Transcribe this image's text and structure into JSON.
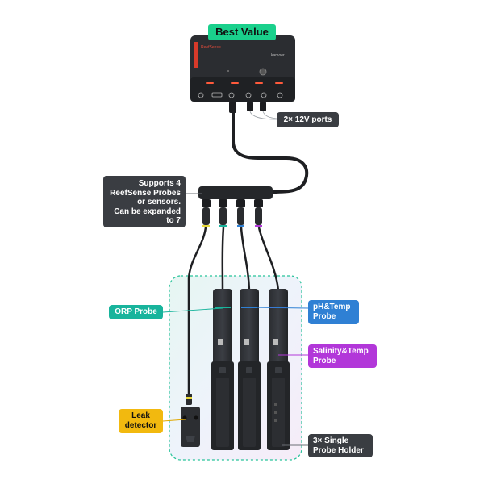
{
  "labels": {
    "best_value": "Best Value",
    "ports": "2× 12V ports",
    "supports": "Supports 4\nReefSense Probes\nor sensors.\nCan be expanded\nto 7",
    "orp": "ORP Probe",
    "ph_temp": "pH&Temp\nProbe",
    "salinity_temp": "Salinity&Temp\nProbe",
    "leak": "Leak\ndetector",
    "holder": "3× Single\nProbe Holder"
  },
  "colors": {
    "accent_green": "#1ad08c",
    "orp_teal": "#18b49c",
    "ph_blue": "#2f80d4",
    "salinity_purple": "#b237d9",
    "leak_yellow": "#f2b90f",
    "label_dark": "#3a3d42"
  }
}
